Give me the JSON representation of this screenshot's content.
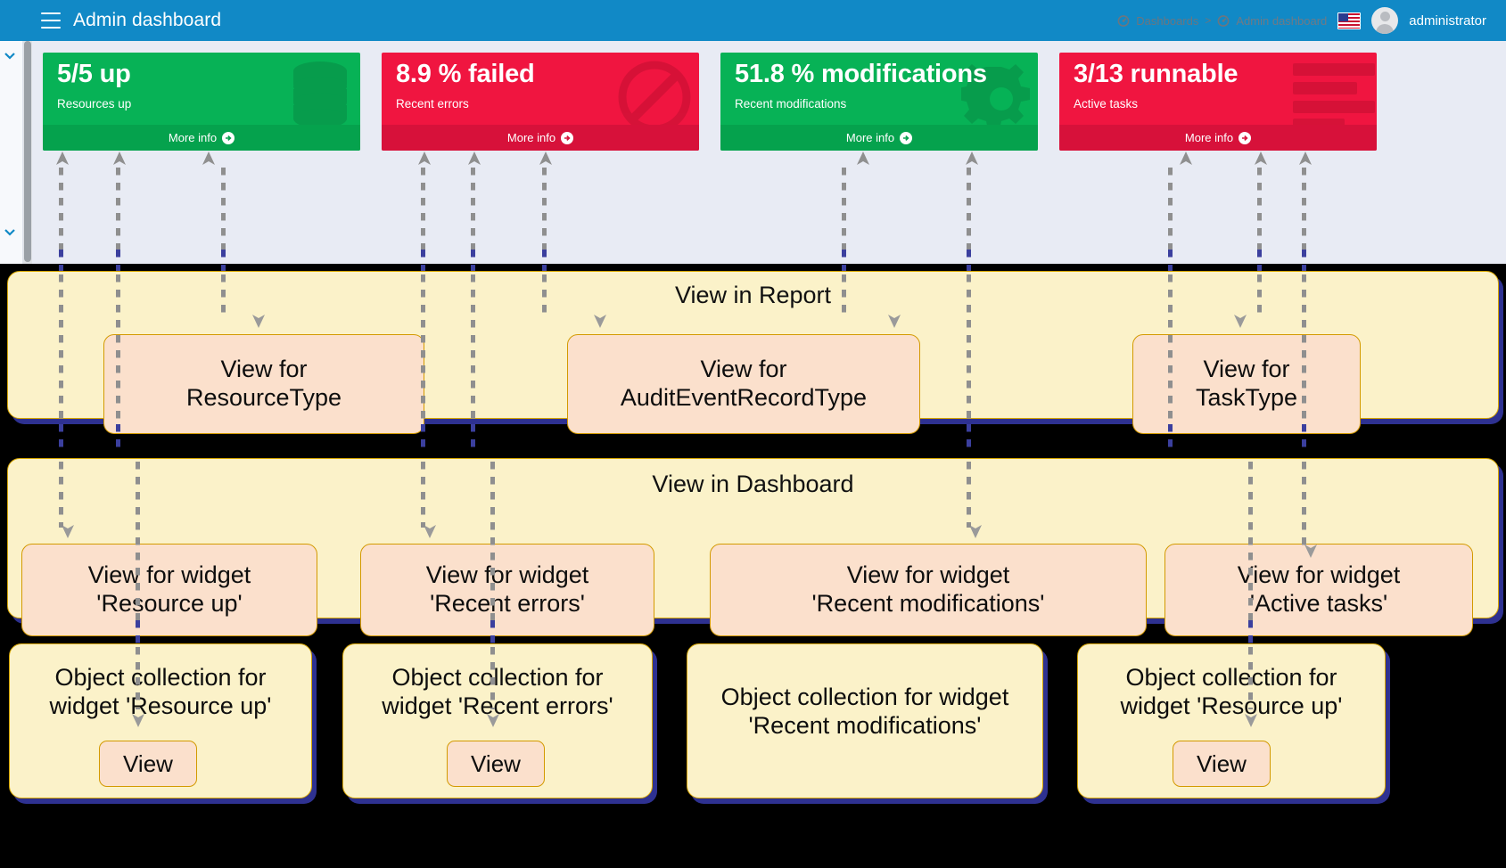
{
  "app": {
    "title": "Admin dashboard",
    "menu_icon": "hamburger-icon",
    "breadcrumb": {
      "root": "Dashboards",
      "separator": ">",
      "current": "Admin dashboard"
    },
    "language_flag": "us-flag-icon",
    "user": "administrator"
  },
  "colors": {
    "topbar": "#1189c6",
    "success": "#07b256",
    "success_footer": "#05a24d",
    "danger": "#f01540",
    "danger_footer": "#d7113a",
    "page_bg": "#e8ebf4",
    "annotation_band": "#fbf2c9",
    "annotation_band_border": "#d6a600",
    "annotation_node": "#fbe0cc",
    "annotation_node_border": "#d39a00",
    "annotation_shadow": "#2e3191",
    "overlay_bg": "#000000"
  },
  "cards": [
    {
      "value": "5/5 up",
      "label": "Resources up",
      "more": "More info",
      "style": "green",
      "icon": "database-icon"
    },
    {
      "value": "8.9 % failed",
      "label": "Recent errors",
      "more": "More info",
      "style": "red",
      "icon": "no-entry-icon"
    },
    {
      "value": "51.8 % modifications",
      "label": "Recent modifications",
      "more": "More info",
      "style": "green",
      "icon": "gear-icon"
    },
    {
      "value": "3/13 runnable",
      "label": "Active tasks",
      "more": "More info",
      "style": "red",
      "icon": "task-list-icon"
    }
  ],
  "annotations": {
    "report_band": {
      "title": "View in Report",
      "nodes": [
        "View for\nResourceType",
        "View for\nAuditEventRecordType",
        "View for\nTaskType"
      ],
      "nodes_flat": [
        "View for ResourceType",
        "View for AuditEventRecordType",
        "View for TaskType"
      ]
    },
    "dashboard_band": {
      "title": "View in Dashboard",
      "nodes": [
        "View for widget\n'Resource up'",
        "View for widget\n'Recent errors'",
        "View for widget\n'Recent modifications'",
        "View for widget\n'Active tasks'"
      ],
      "nodes_flat": [
        "View for widget 'Resource up'",
        "View for widget 'Recent errors'",
        "View for widget 'Recent modifications'",
        "View for widget 'Active tasks'"
      ]
    },
    "collection_cards": [
      {
        "title": "Object collection for widget 'Resource up'",
        "button": "View",
        "has_button": true
      },
      {
        "title": "Object collection for widget 'Recent errors'",
        "button": "View",
        "has_button": true
      },
      {
        "title": "Object collection for widget 'Recent modifications'",
        "button": "",
        "has_button": false
      },
      {
        "title": "Object collection for widget 'Resource up'",
        "button": "View",
        "has_button": true
      }
    ]
  }
}
